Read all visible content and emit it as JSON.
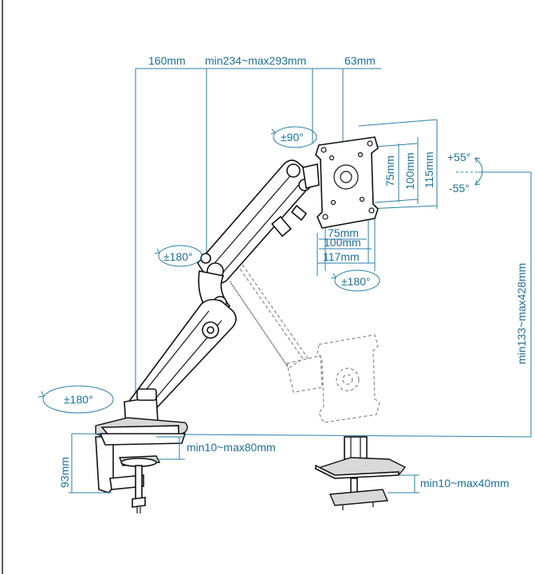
{
  "labels": {
    "top_left": "160mm",
    "top_mid": "min234~max293mm",
    "top_right": "63mm",
    "vesa_h_75": "75mm",
    "vesa_h_100": "100mm",
    "vesa_w_75": "75mm",
    "vesa_w_100": "100mm",
    "vesa_w_117": "117mm",
    "vesa_h_115": "115mm",
    "rot_90": "±90°",
    "rot_180_mid": "±180°",
    "rot_180_bottom": "±180°",
    "rot_180_left": "±180°",
    "tilt_up": "+55°",
    "tilt_down": "-55°",
    "height_range": "min133~max428mm",
    "clamp_height": "93mm",
    "clamp_range": "min10~max80mm",
    "grommet_range": "min10~max40mm"
  },
  "colors": {
    "dimension_blue": "#2b7ea8",
    "line_black": "#111111",
    "ghost_grey": "#888888"
  }
}
